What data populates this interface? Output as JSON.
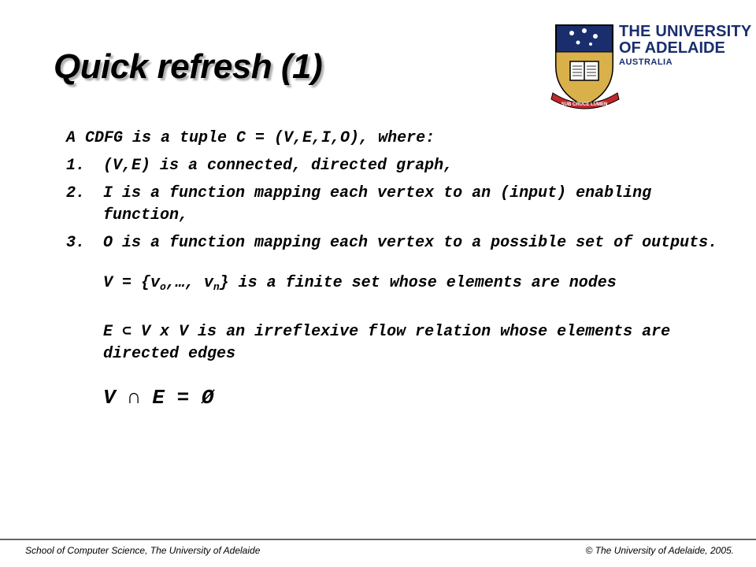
{
  "slide": {
    "title": "Quick refresh (1)",
    "intro": "A CDFG is a tuple C = (V,E,I,O), where:",
    "items": [
      {
        "num": "1.",
        "text": "(V,E) is a connected, directed graph,"
      },
      {
        "num": "2.",
        "text": "I is a function mapping each vertex to an (input) enabling function,"
      },
      {
        "num": "3.",
        "text": "O is a function mapping each vertex to a possible set of outputs."
      }
    ],
    "v_def": {
      "prefix": "V = {v",
      "sub1": "o",
      "middle": ",…, v",
      "sub2": "n",
      "suffix": "} is a finite set whose elements are nodes"
    },
    "e_def": "E ⊂ V x V is an irreflexive flow relation whose elements are directed edges",
    "intersection": "V ∩ E = Ø"
  },
  "logo": {
    "line1": "THE UNIVERSITY",
    "line2": "OF ADELAIDE",
    "line3": "AUSTRALIA",
    "motto": "SUB CRUCE LUMEN"
  },
  "footer": {
    "left": "School of Computer Science, The University of Adelaide",
    "right": "© The University of Adelaide, 2005."
  }
}
